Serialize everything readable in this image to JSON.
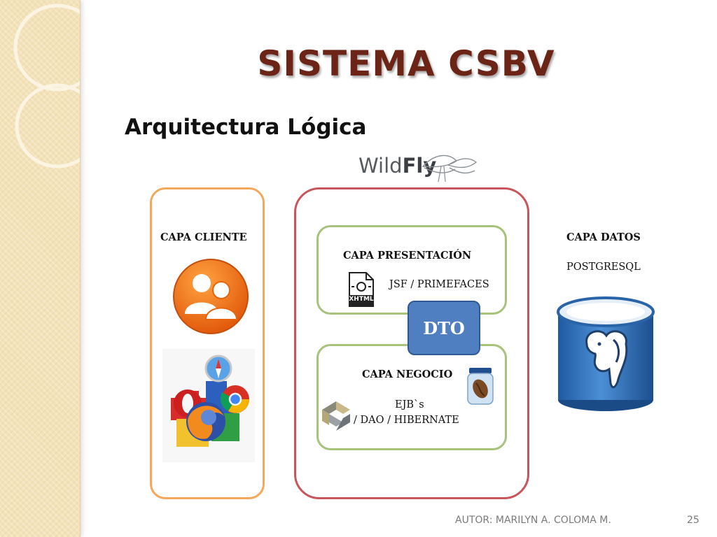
{
  "slide": {
    "title": "SISTEMA CSBV",
    "subtitle": "Arquitectura Lógica"
  },
  "server_logo": {
    "text_wild": "Wild",
    "text_fly": "Fly"
  },
  "client_layer": {
    "title": "CAPA CLIENTE",
    "icons": [
      "users-icon",
      "browsers-icon"
    ]
  },
  "presentation_layer": {
    "title": "CAPA PRESENTACIÓN",
    "technology": "JSF / PRIMEFACES",
    "icon_label": "XHTML"
  },
  "dto": {
    "label": "DTO"
  },
  "business_layer": {
    "title": "CAPA NEGOCIO",
    "line1": "EJB`s",
    "line2": "/ DAO / HIBERNATE",
    "icons": [
      "coffee-bean-jar-icon",
      "hibernate-icon"
    ]
  },
  "data_layer": {
    "title": "CAPA DATOS",
    "technology": "POSTGRESQL",
    "icons": [
      "database-postgresql-icon"
    ]
  },
  "footer": {
    "author": "AUTOR: MARILYN A. COLOMA M.",
    "page": "25"
  },
  "colors": {
    "title": "#6b2416",
    "client_border": "#f3a85b",
    "server_border": "#c8555b",
    "inner_border": "#a7c27a",
    "dto_fill": "#4f7fc0",
    "database_fill": "#2f6db5"
  }
}
